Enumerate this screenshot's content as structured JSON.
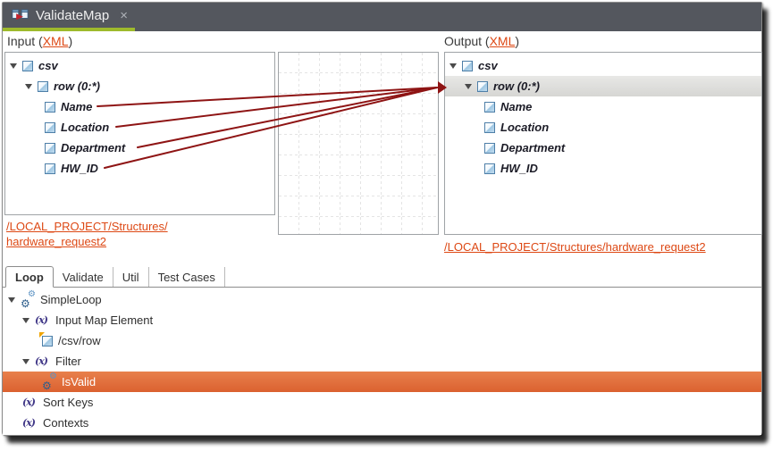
{
  "window": {
    "title": "ValidateMap",
    "close_glyph": "×"
  },
  "mapper": {
    "input_label": {
      "prefix": "Input (",
      "link": "XML",
      "suffix": ")"
    },
    "output_label": {
      "prefix": "Output (",
      "link": "XML",
      "suffix": ")"
    },
    "input_tree": [
      {
        "label": "csv"
      },
      {
        "label": "row (0:*)"
      },
      {
        "label": "Name"
      },
      {
        "label": "Location"
      },
      {
        "label": "Department"
      },
      {
        "label": "HW_ID"
      }
    ],
    "output_tree": [
      {
        "label": "csv"
      },
      {
        "label": "row (0:*)"
      },
      {
        "label": "Name"
      },
      {
        "label": "Location"
      },
      {
        "label": "Department"
      },
      {
        "label": "HW_ID"
      }
    ],
    "input_path": {
      "line1": "/LOCAL_PROJECT/Structures/",
      "line2": "hardware_request2"
    },
    "output_path": "/LOCAL_PROJECT/Structures/hardware_request2",
    "mappings": [
      {
        "from": "Name",
        "to": "row (0:*)"
      },
      {
        "from": "Location",
        "to": "row (0:*)"
      },
      {
        "from": "Department",
        "to": "row (0:*)"
      },
      {
        "from": "HW_ID",
        "to": "row (0:*)"
      }
    ]
  },
  "bottom": {
    "tabs": [
      {
        "label": "Loop",
        "active": true
      },
      {
        "label": "Validate"
      },
      {
        "label": "Util"
      },
      {
        "label": "Test Cases"
      }
    ],
    "tree": [
      {
        "label": "SimpleLoop",
        "icon": "gears-icon",
        "level": 0,
        "expanded": true
      },
      {
        "label": "Input Map Element",
        "icon": "fx-icon",
        "level": 1,
        "expanded": true
      },
      {
        "label": "/csv/row",
        "icon": "element-add-icon",
        "level": 2
      },
      {
        "label": "Filter",
        "icon": "fx-icon",
        "level": 1,
        "expanded": true
      },
      {
        "label": "IsValid",
        "icon": "gears-icon",
        "level": 2,
        "selected": true
      },
      {
        "label": "Sort Keys",
        "icon": "fx-icon",
        "level": 1
      },
      {
        "label": "Contexts",
        "icon": "fx-icon",
        "level": 1
      }
    ]
  },
  "colors": {
    "accent_link": "#DD4814",
    "selection_orange": "#E06B3B",
    "map_line": "#8E1414",
    "tab_underline": "#9EBA2C",
    "topbar": "#54575E"
  }
}
